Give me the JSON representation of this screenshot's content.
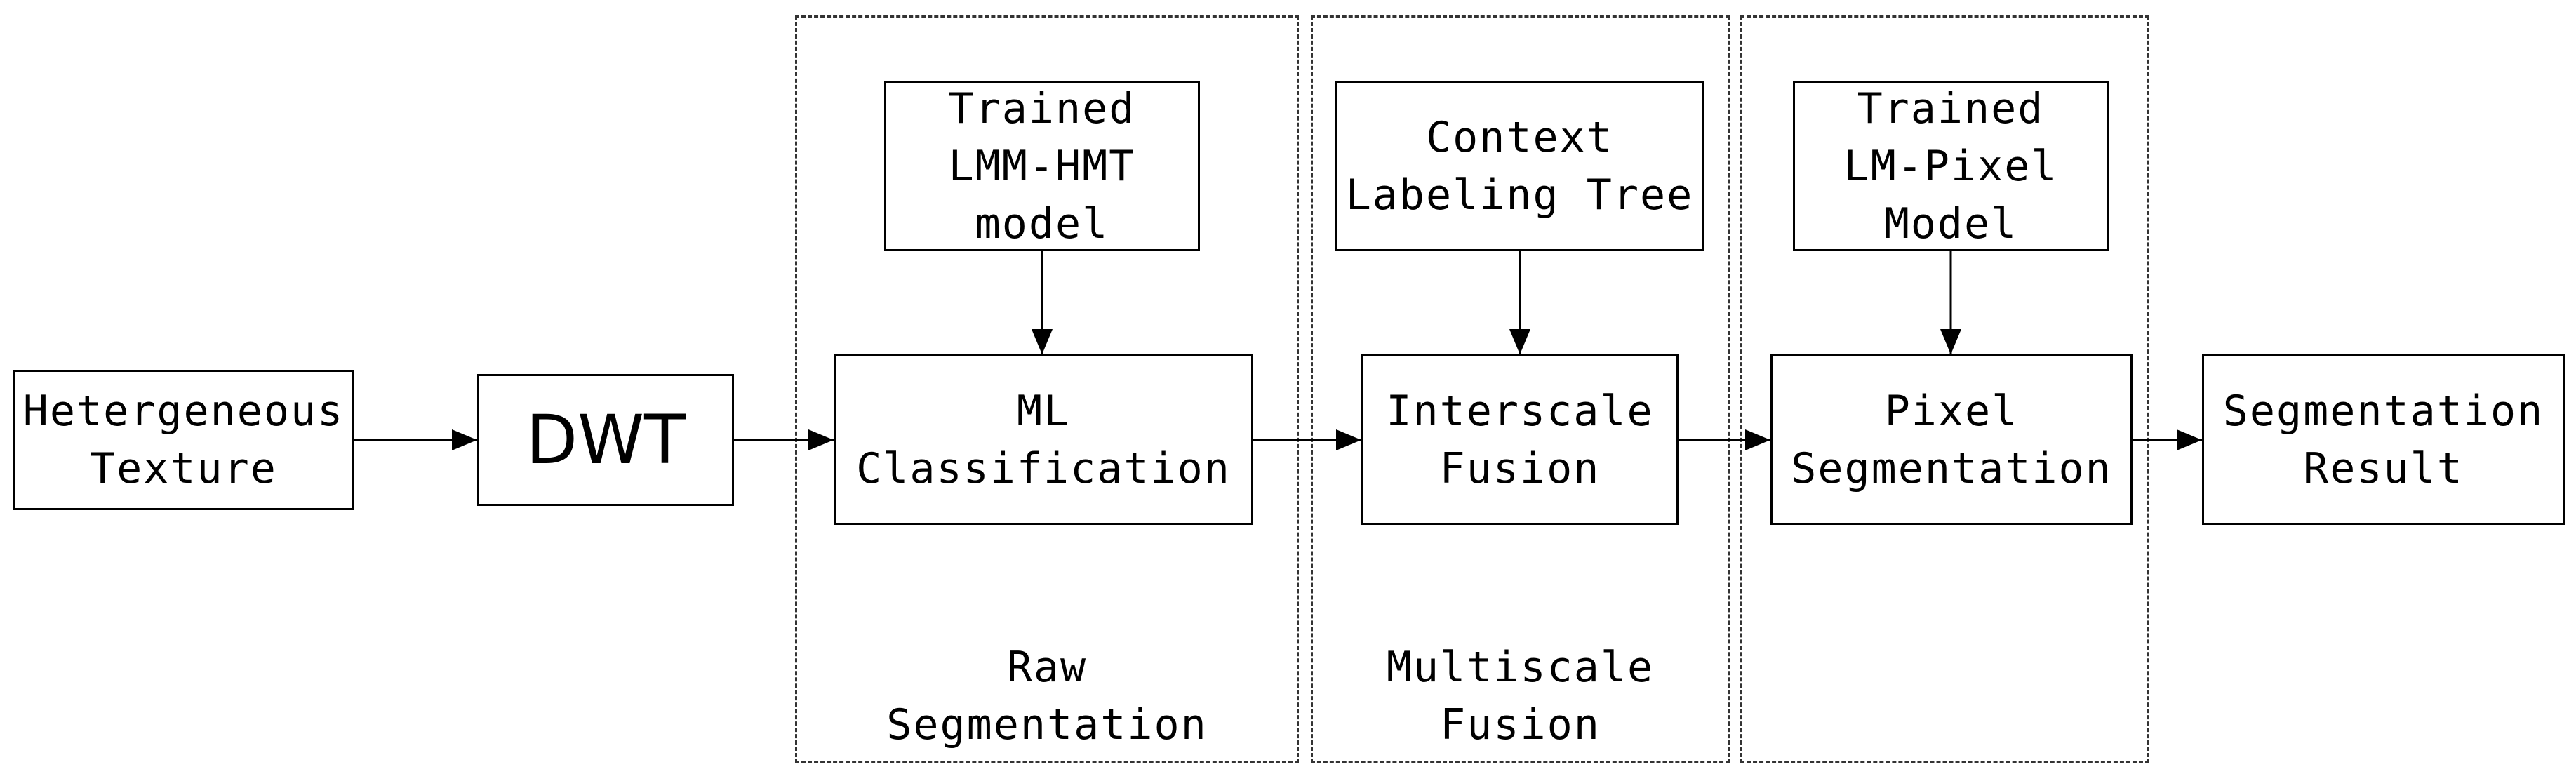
{
  "diagram": {
    "nodes": {
      "input": {
        "lines": [
          "Hetergeneous",
          "Texture"
        ]
      },
      "dwt": {
        "lines": [
          "DWT"
        ]
      },
      "trained_lmm_hmt": {
        "lines": [
          "Trained",
          "LMM-HMT",
          "model"
        ]
      },
      "ml_classification": {
        "lines": [
          "ML",
          "Classification"
        ]
      },
      "context_tree": {
        "lines": [
          "Context",
          "Labeling Tree"
        ]
      },
      "interscale_fusion": {
        "lines": [
          "Interscale",
          "Fusion"
        ]
      },
      "trained_lm_pixel": {
        "lines": [
          "Trained",
          "LM-Pixel",
          "Model"
        ]
      },
      "pixel_segmentation": {
        "lines": [
          "Pixel",
          "Segmentation"
        ]
      },
      "result": {
        "lines": [
          "Segmentation",
          "Result"
        ]
      }
    },
    "stages": {
      "raw": {
        "lines": [
          "Raw",
          "Segmentation"
        ]
      },
      "multiscale": {
        "lines": [
          "Multiscale",
          "Fusion"
        ]
      },
      "pixel": {
        "lines": []
      }
    },
    "edges": [
      [
        "input",
        "dwt"
      ],
      [
        "dwt",
        "ml_classification"
      ],
      [
        "trained_lmm_hmt",
        "ml_classification"
      ],
      [
        "ml_classification",
        "interscale_fusion"
      ],
      [
        "context_tree",
        "interscale_fusion"
      ],
      [
        "interscale_fusion",
        "pixel_segmentation"
      ],
      [
        "trained_lm_pixel",
        "pixel_segmentation"
      ],
      [
        "pixel_segmentation",
        "result"
      ]
    ]
  }
}
